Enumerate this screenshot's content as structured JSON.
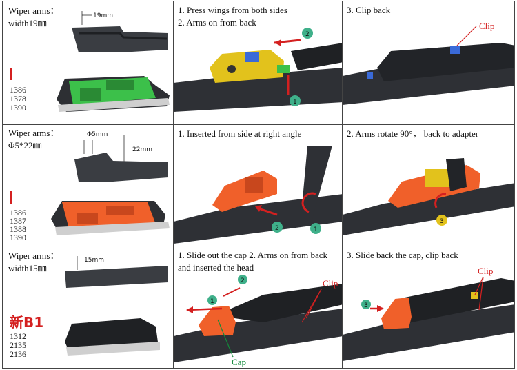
{
  "rows": [
    {
      "arm": {
        "title": "Wiper arms：",
        "size": "width19㎜",
        "dim": "19mm",
        "codes": [
          "1386",
          "1378",
          "1390"
        ]
      },
      "step_a": {
        "lines": [
          "1. Press wings from both sides",
          "2. Arms on from back"
        ],
        "markers": [
          "1",
          "2"
        ]
      },
      "step_b": {
        "lines": [
          "3. Clip back"
        ],
        "callout": "Clip"
      }
    },
    {
      "arm": {
        "title": "Wiper arms：",
        "size": "Φ5*22㎜",
        "dim_a": "Φ5mm",
        "dim_b": "22mm",
        "codes": [
          "1386",
          "1387",
          "1388",
          "1390"
        ]
      },
      "step_a": {
        "lines": [
          "1. Inserted from side at right angle"
        ],
        "markers": [
          "1",
          "2"
        ]
      },
      "step_b": {
        "lines": [
          "2. Arms rotate 90°， back to adapter"
        ],
        "markers": [
          "3"
        ]
      }
    },
    {
      "arm": {
        "title": "Wiper arms：",
        "size": "width15㎜",
        "dim": "15mm",
        "badge": "新B1",
        "codes": [
          "1312",
          "2135",
          "2136"
        ]
      },
      "step_a": {
        "lines": [
          "1. Slide out the cap   2. Arms on from back and inserted the head"
        ],
        "markers": [
          "1",
          "2"
        ],
        "callout": "Clip",
        "cap_label": "Cap"
      },
      "step_b": {
        "lines": [
          "3. Slide back the cap, clip back"
        ],
        "markers": [
          "3"
        ],
        "callout": "Clip"
      }
    }
  ],
  "colors": {
    "adapter_green": "#3cc04a",
    "adapter_yellow": "#e2c21c",
    "adapter_orange": "#f0602a",
    "marker_green": "#3fb08a",
    "label_red": "#d42020",
    "frame": "#444444"
  }
}
